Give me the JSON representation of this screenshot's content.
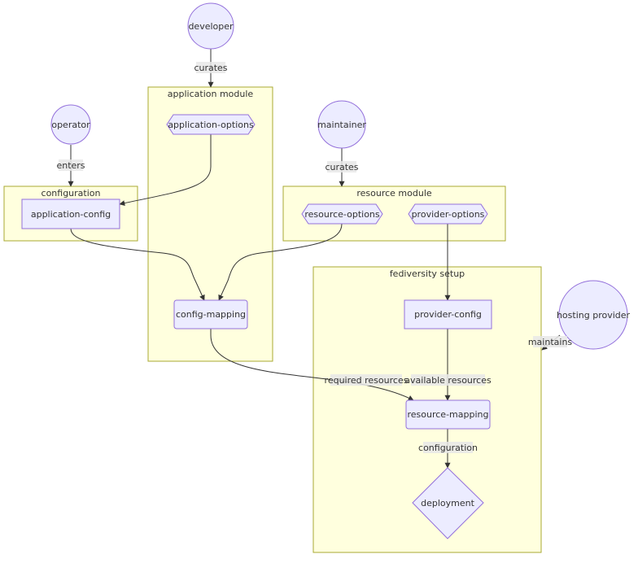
{
  "clusters": {
    "application_module": "application module",
    "configuration": "configuration",
    "resource_module": "resource module",
    "fediversity_setup": "fediversity setup"
  },
  "actors": {
    "developer": "developer",
    "operator": "operator",
    "maintainer": "maintainer",
    "hosting_provider": "hosting provider"
  },
  "nodes": {
    "application_options": "application-options",
    "application_config": "application-config",
    "resource_options": "resource-options",
    "provider_options": "provider-options",
    "config_mapping": "config-mapping",
    "provider_config": "provider-config",
    "resource_mapping": "resource-mapping",
    "deployment": "deployment"
  },
  "edge_labels": {
    "curates_dev": "curates",
    "enters": "enters",
    "curates_maint": "curates",
    "maintains": "maintains",
    "required_resources": "required resources",
    "available_resources": "available resources",
    "configuration": "configuration"
  },
  "colors": {
    "cluster_fill": "#ffffde",
    "cluster_stroke": "#aaaa33",
    "node_fill": "#ececff",
    "node_stroke": "#9370db",
    "edge": "#333333"
  }
}
